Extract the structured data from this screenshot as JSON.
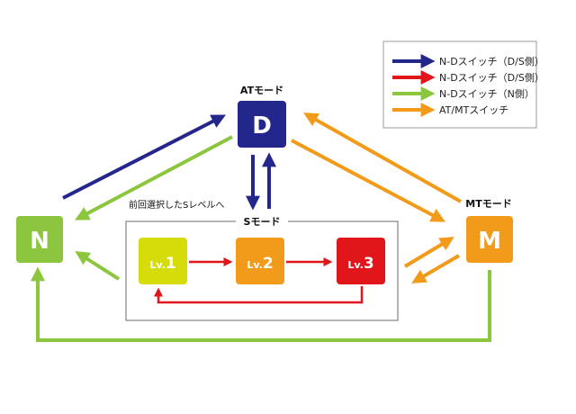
{
  "legend": {
    "items": [
      {
        "label": "N-Dスイッチ（D/S側）",
        "color": "#23268a"
      },
      {
        "label": "N-Dスイッチ（D/S側）",
        "color": "#e0161a"
      },
      {
        "label": "N-Dスイッチ（N側）",
        "color": "#8cc63f"
      },
      {
        "label": "AT/MTスイッチ",
        "color": "#f29a1a"
      }
    ]
  },
  "modes": {
    "at_label": "ATモード",
    "mt_label": "MTモード",
    "s_label": "Sモード",
    "prev_s_label": "前回選択したSレベルへ"
  },
  "nodes": {
    "d": {
      "letter": "D",
      "color": "#23268a"
    },
    "n": {
      "letter": "N",
      "color": "#8cc63f"
    },
    "m": {
      "letter": "M",
      "color": "#f29a1a"
    }
  },
  "levels": [
    {
      "prefix": "Lv.",
      "num": "1",
      "color": "#d6dc0a"
    },
    {
      "prefix": "Lv.",
      "num": "2",
      "color": "#f29a1a"
    },
    {
      "prefix": "Lv.",
      "num": "3",
      "color": "#e0161a"
    }
  ]
}
